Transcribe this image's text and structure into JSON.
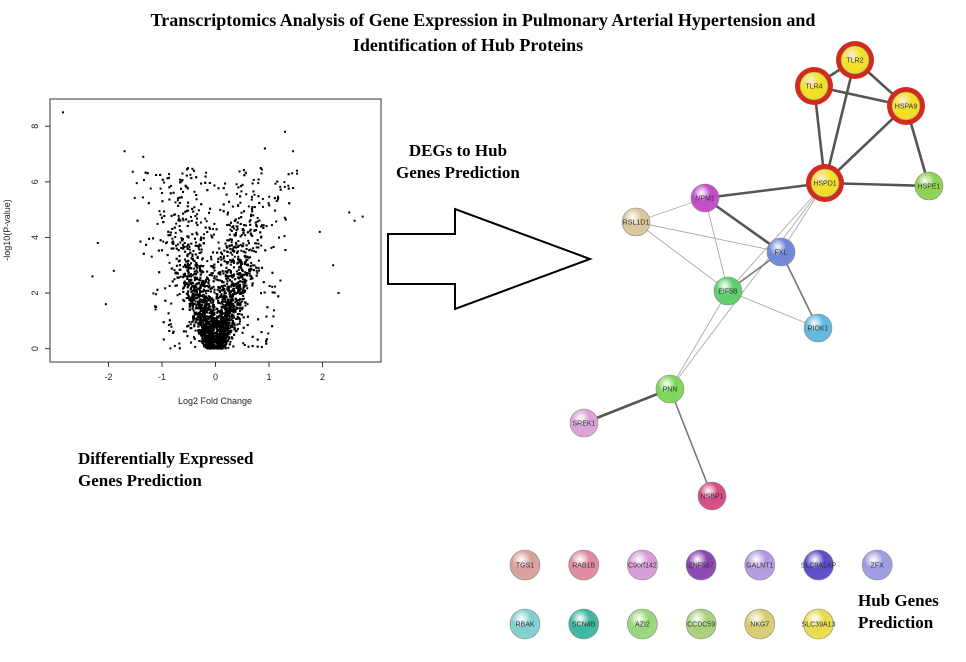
{
  "title": {
    "line1": "Transcriptomics Analysis of Gene Expression in Pulmonary Arterial Hypertension and",
    "line2": "Identification of Hub Proteins"
  },
  "labels": {
    "degs_line1": "Differentially Expressed",
    "degs_line2": "Genes Prediction",
    "hub_pred_line1": "DEGs to Hub",
    "hub_pred_line2": "Genes Prediction",
    "hub_genes_line1": "Hub Genes",
    "hub_genes_line2": "Prediction"
  },
  "chart_data": {
    "type": "scatter",
    "xlabel": "Log2 Fold Change",
    "ylabel": "-log10(P-value)",
    "xlim": [
      -3.0,
      3.0
    ],
    "ylim": [
      -0.3,
      8.8
    ],
    "x_ticks": [
      -2,
      -1,
      0,
      1,
      2
    ],
    "y_ticks": [
      0,
      2,
      4,
      6,
      8
    ],
    "shape": "volcano",
    "point_color": "#000000",
    "outliers": [
      {
        "x": -2.85,
        "y": 8.5
      },
      {
        "x": -1.7,
        "y": 7.1
      },
      {
        "x": -1.35,
        "y": 6.9
      },
      {
        "x": 1.3,
        "y": 7.8
      },
      {
        "x": 1.45,
        "y": 7.1
      },
      {
        "x": 2.5,
        "y": 4.9
      },
      {
        "x": 2.6,
        "y": 4.6
      },
      {
        "x": 2.75,
        "y": 4.75
      },
      {
        "x": 2.3,
        "y": 2.0
      },
      {
        "x": -2.2,
        "y": 3.8
      },
      {
        "x": -2.05,
        "y": 1.6
      },
      {
        "x": 2.2,
        "y": 3.0
      },
      {
        "x": -1.9,
        "y": 2.8
      },
      {
        "x": 1.95,
        "y": 4.2
      },
      {
        "x": -2.3,
        "y": 2.6
      }
    ]
  },
  "network": {
    "hub_ring_color": "#d42a1c",
    "nodes": [
      {
        "id": "TLR2",
        "label": "TLR2",
        "color": "#f2e32a",
        "hub": true
      },
      {
        "id": "TLR4",
        "label": "TLR4",
        "color": "#f2e32a",
        "hub": true
      },
      {
        "id": "HSPA9",
        "label": "HSPA9",
        "color": "#f2e32a",
        "hub": true
      },
      {
        "id": "HSPD1",
        "label": "HSPD1",
        "color": "#f2e32a",
        "hub": true
      },
      {
        "id": "HSPE1",
        "label": "HSPE1",
        "color": "#8fd14f",
        "hub": false
      },
      {
        "id": "NPM1",
        "label": "NPM1",
        "color": "#c44ac8",
        "hub": false
      },
      {
        "id": "RSL1D1",
        "label": "RSL1D1",
        "color": "#d9c69a",
        "hub": false
      },
      {
        "id": "FXL",
        "label": "FXL",
        "color": "#6f86d8",
        "hub": false
      },
      {
        "id": "EIF5B",
        "label": "EIF5B",
        "color": "#5ccf6a",
        "hub": false
      },
      {
        "id": "RIOK1",
        "label": "RIOK1",
        "color": "#5fb7e0",
        "hub": false
      },
      {
        "id": "PNN",
        "label": "PNN",
        "color": "#7dd65a",
        "hub": false
      },
      {
        "id": "SREK1",
        "label": "SREK1",
        "color": "#d9a3d6",
        "hub": false
      },
      {
        "id": "NSBP1",
        "label": "NSBP1",
        "color": "#d84a82",
        "hub": false
      }
    ],
    "edges": [
      [
        "TLR2",
        "TLR4",
        "strong"
      ],
      [
        "TLR2",
        "HSPA9",
        "strong"
      ],
      [
        "TLR2",
        "HSPD1",
        "strong"
      ],
      [
        "TLR4",
        "HSPA9",
        "strong"
      ],
      [
        "TLR4",
        "HSPD1",
        "strong"
      ],
      [
        "HSPA9",
        "HSPD1",
        "strong"
      ],
      [
        "HSPA9",
        "HSPE1",
        "strong"
      ],
      [
        "HSPD1",
        "HSPE1",
        "strong"
      ],
      [
        "HSPD1",
        "NPM1",
        "strong"
      ],
      [
        "HSPD1",
        "FXL",
        "weak"
      ],
      [
        "HSPD1",
        "EIF5B",
        "weak"
      ],
      [
        "HSPD1",
        "PNN",
        "weak"
      ],
      [
        "NPM1",
        "RSL1D1",
        "weak"
      ],
      [
        "NPM1",
        "FXL",
        "strong"
      ],
      [
        "NPM1",
        "EIF5B",
        "weak"
      ],
      [
        "RSL1D1",
        "FXL",
        "weak"
      ],
      [
        "RSL1D1",
        "EIF5B",
        "weak"
      ],
      [
        "FXL",
        "EIF5B",
        "medium"
      ],
      [
        "FXL",
        "RIOK1",
        "medium"
      ],
      [
        "EIF5B",
        "RIOK1",
        "weak"
      ],
      [
        "EIF5B",
        "PNN",
        "weak"
      ],
      [
        "PNN",
        "SREK1",
        "strong"
      ],
      [
        "PNN",
        "NSBP1",
        "medium"
      ]
    ],
    "isolated": [
      {
        "label": "TGS1",
        "color": "#d9a09a"
      },
      {
        "label": "RAB1B",
        "color": "#e08aa0"
      },
      {
        "label": "C9orf142",
        "color": "#d69ad8"
      },
      {
        "label": "ZNF567",
        "color": "#8c44b0"
      },
      {
        "label": "GALNT1",
        "color": "#b39ae0"
      },
      {
        "label": "SLC9A1AP",
        "color": "#5a4cc8"
      },
      {
        "label": "ZFX",
        "color": "#9c9ce0"
      },
      {
        "label": "RBAK",
        "color": "#7fd0cf"
      },
      {
        "label": "SCN4B",
        "color": "#3cb6a0"
      },
      {
        "label": "AZI2",
        "color": "#98d67a"
      },
      {
        "label": "CCDC59",
        "color": "#a9d07a"
      },
      {
        "label": "NKG7",
        "color": "#d8cc72"
      },
      {
        "label": "SLC39A13",
        "color": "#e9dc4a"
      }
    ]
  }
}
